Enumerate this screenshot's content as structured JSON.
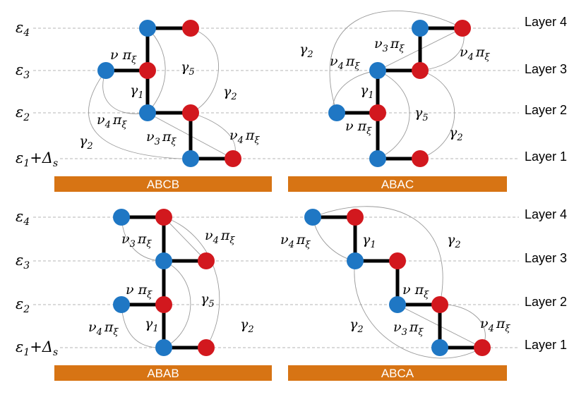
{
  "colors": {
    "blue_node": "#1f77c4",
    "red_node": "#d2181e",
    "banner": "#d77414",
    "banner_text": "#ffffff",
    "gridline": "#b4b4b4",
    "weak_edge": "#9a9a9a",
    "strong_edge": "#000000"
  },
  "axis": {
    "top_left": {
      "eps4": "ε",
      "eps4_sub": "4",
      "eps3": "ε",
      "eps3_sub": "3",
      "eps2": "ε",
      "eps2_sub": "2",
      "eps1": "ε",
      "eps1_sub": "1",
      "eps1_plus": "+Δ",
      "delta_sub": "s"
    },
    "bottom_left": {
      "eps4": "ε",
      "eps4_sub": "4",
      "eps3": "ε",
      "eps3_sub": "3",
      "eps2": "ε",
      "eps2_sub": "2",
      "eps1": "ε",
      "eps1_sub": "1",
      "eps1_plus": "+Δ",
      "delta_sub": "s"
    }
  },
  "layers_right": {
    "top": [
      "Layer 4",
      "Layer 3",
      "Layer 2",
      "Layer 1"
    ],
    "bottom": [
      "Layer 4",
      "Layer 3",
      "Layer 2",
      "Layer 1"
    ]
  },
  "banners": [
    "ABCB",
    "ABAC",
    "ABAB",
    "ABCA"
  ],
  "edge_labels": {
    "gamma1": {
      "main": "γ",
      "sub": "1"
    },
    "gamma2": {
      "main": "γ",
      "sub": "2"
    },
    "gamma5": {
      "main": "γ",
      "sub": "5"
    },
    "nu_pi": {
      "main": "ν π",
      "sub": "ξ"
    },
    "nu3_pi": {
      "main": "ν",
      "sub": "3",
      "main2": "π",
      "sub2": "ξ"
    },
    "nu4_pi": {
      "main": "ν",
      "sub": "4",
      "main2": "π",
      "sub2": "ξ"
    }
  }
}
